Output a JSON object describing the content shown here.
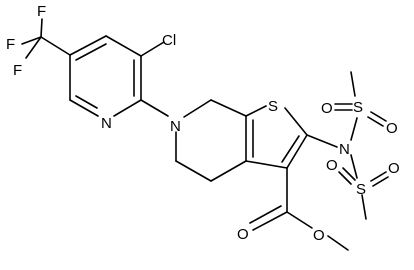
{
  "molecule": {
    "atom_labels": {
      "f_top": "F",
      "f_left": "F",
      "f_bottom": "F",
      "cl": "Cl",
      "n_pyridine": "N",
      "n_ring": "N",
      "s_thiophene": "S",
      "n_sulfonyl": "N",
      "s_upper": "S",
      "o_upper_left": "O",
      "o_upper_right": "O",
      "s_lower": "S",
      "o_lower_left": "O",
      "o_lower_right": "O",
      "o_carbonyl": "O",
      "o_ester": "O"
    }
  }
}
